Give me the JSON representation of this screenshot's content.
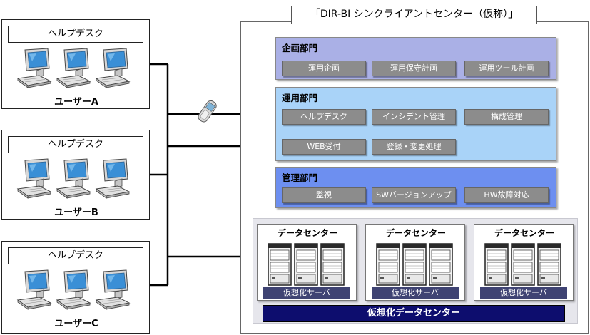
{
  "users": [
    {
      "helpdesk": "ヘルプデスク",
      "name": "ユーザーA"
    },
    {
      "helpdesk": "ヘルプデスク",
      "name": "ユーザーB"
    },
    {
      "helpdesk": "ヘルプデスク",
      "name": "ユーザーC"
    }
  ],
  "center": {
    "title": "「DIR-BI シンクライアントセンター（仮称）」"
  },
  "departments": {
    "planning": {
      "title": "企画部門",
      "items": [
        "運用企画",
        "運用保守計画",
        "運用ツール計画"
      ],
      "color": "#aab0e6"
    },
    "operations": {
      "title": "運用部門",
      "items": [
        "ヘルプデスク",
        "インシデント管理",
        "構成管理",
        "WEB受付",
        "登録・変更処理"
      ],
      "color": "#a9d3f8"
    },
    "management": {
      "title": "管理部門",
      "items": [
        "監視",
        "SWバージョンアップ",
        "HW故障対応"
      ],
      "color": "#6d8ff0"
    }
  },
  "datacenters": [
    {
      "title": "データセンター",
      "server": "仮想化サーバ"
    },
    {
      "title": "データセンター",
      "server": "仮想化サーバ"
    },
    {
      "title": "データセンター",
      "server": "仮想化サーバ"
    }
  ],
  "virtual_dc": "仮想化データセンター",
  "icons": {
    "computer": "computer-icon",
    "phone": "mobile-phone-icon",
    "server": "server-rack-icon"
  }
}
